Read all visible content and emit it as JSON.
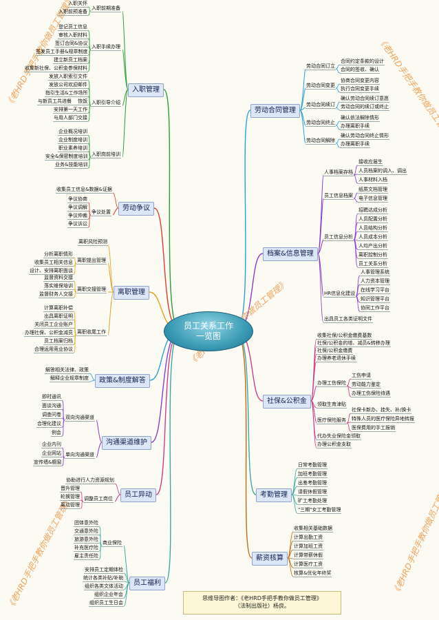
{
  "center_title": "员工关系工作一览图",
  "credit": {
    "line1": "思维导图作者：《老HRD手把手教你做员工管理》",
    "line2": "（法制出版社）杨良。"
  },
  "watermarks": [
    "《老HRD手把手教你做员工管理》",
    "《老HRD手把手教你做员工管理》",
    "《老HRD手把手教你做员工管理》",
    "《老HRD手把手教你做员工管理》",
    "《老HRD手把手教你做员工管理》"
  ],
  "left": [
    {
      "label": "入职管理",
      "subs": [
        {
          "label": "入职前期准备",
          "leaves": [
            "入职关怀",
            "入职前预准备"
          ]
        },
        {
          "label": "入职手续办理",
          "leaves": [
            "登记员工信息",
            "审核入职材料",
            "签订合同&协议",
            "签发员工手册&规章制度",
            "建立新员工档案",
            "收集新社保、公积金参保材料"
          ]
        },
        {
          "label": "入职引导介绍",
          "leaves": [
            "发放入职索引文件",
            "发放公司欢迎邮件",
            "指引生活&工作场所",
            "与新员工共进餐　 恢饭",
            "安排第一天工作",
            "与用人部门交接"
          ]
        },
        {
          "label": "入职岗前培训",
          "leaves": [
            "企业概况培训",
            "企业制度培训",
            "职业素养培训",
            "安全&保密制度培训",
            "业务&技能培训"
          ]
        }
      ]
    },
    {
      "label": "劳动争议",
      "subs": [
        {
          "label": "",
          "leaves": [
            "收集员工信息&数据&证据"
          ]
        },
        {
          "label": "争议处置",
          "leaves": [
            "争议协商",
            "争议调解",
            "争议仲裁",
            "争议诉讼"
          ]
        }
      ]
    },
    {
      "label": "离职管理",
      "subs": [
        {
          "label": "",
          "leaves": [
            "离职风险预测"
          ]
        },
        {
          "label": "离职提出管理",
          "leaves": [
            "分析离职情形",
            "收集员工相关信息",
            "设计、安排离职面谈"
          ]
        },
        {
          "label": "离职交接管理",
          "leaves": [
            "监督资料交接",
            "落实维保培训",
            "监督财务人交接"
          ]
        },
        {
          "label": "离职收尾工作",
          "leaves": [
            "计算离职补偿",
            "出具离职证明",
            "关闭员工企业账户",
            "办理社保、公积金减员",
            "员工档案归档",
            "合理运用竞业协议"
          ]
        }
      ]
    },
    {
      "label": "政策&制度解答",
      "subs": [
        {
          "label": "",
          "leaves": [
            "解答相关法律、政策",
            "解释企业规章制度"
          ]
        }
      ]
    },
    {
      "label": "沟通渠道维护",
      "subs": [
        {
          "label": "双向沟通渠道",
          "leaves": [
            "即时通讯",
            "面谈沟通",
            "调查问卷",
            "合理化建议",
            "例会"
          ]
        },
        {
          "label": "单向沟通渠道",
          "leaves": [
            "企业内刊",
            "企业网站",
            "宣传墙&橱窗"
          ]
        }
      ]
    },
    {
      "label": "员工异动",
      "subs": [
        {
          "label": "",
          "leaves": [
            "协助进行人力资源规划"
          ]
        },
        {
          "label": "调整员工岗位",
          "leaves": [
            "晋升管理",
            "轮换管理",
            "离动管理"
          ]
        }
      ]
    },
    {
      "label": "员工福利",
      "subs": [
        {
          "label": "商业保险",
          "leaves": [
            "团体意外险",
            "交通意外险",
            "旅游意外险",
            "补充医疗险",
            "雇主责任险"
          ]
        },
        {
          "label": "",
          "leaves": [
            "安排员工定期体检",
            "统计各类补贴/补助",
            "组织各类文体活动",
            "组织企业年会",
            "组织员工生日会"
          ]
        }
      ]
    }
  ],
  "right": [
    {
      "label": "劳动合同管理",
      "subs": [
        {
          "label": "劳动合同订立",
          "leaves": [
            "合同约定条款的设计",
            "合同的签收、确认"
          ]
        },
        {
          "label": "劳动合同变更",
          "leaves": [
            "协商合同变更内容",
            "执行合同变更手续"
          ]
        },
        {
          "label": "劳动合同续订",
          "leaves": [
            "确认劳动合同续订意愿",
            "劳动合同的续订或终止"
          ]
        },
        {
          "label": "劳动合同终止",
          "leaves": [
            "确认依法解除情形",
            "办理离职手续"
          ]
        },
        {
          "label": "劳动合同解除",
          "leaves": [
            "确认劳动合同终止情形",
            "办理离职手续"
          ]
        }
      ]
    },
    {
      "label": "档案&信息管理",
      "subs": [
        {
          "label": "人事档案存档",
          "leaves": [
            "接收应届生",
            "人员档案的调入、调出",
            "人事材料入档"
          ]
        },
        {
          "label": "员工信息档案",
          "leaves": [
            "纸质文档管理",
            "电子信息管理"
          ]
        },
        {
          "label": "员工信息分析",
          "leaves": [
            "招聘达成分析",
            "人员配置分析",
            "人员结构分析",
            "人员成本分析",
            "人均产出分析",
            "离职控制分析",
            "员工关系分析"
          ]
        },
        {
          "label": "HR信息化建设",
          "leaves": [
            "人事管理系统",
            "人力资本管理",
            "在线学习平台",
            "知识管理平台",
            "协同工作平台"
          ]
        },
        {
          "label": "",
          "leaves": [
            "出具员工各类证明文件"
          ]
        }
      ]
    },
    {
      "label": "社保&公积金",
      "subs": [
        {
          "label": "",
          "leaves": [
            "收集社保/公积金缴费基数",
            "社保/公积金的增、减员&转移办理",
            "社保/公积金缴费",
            "办理养老退休手续"
          ]
        },
        {
          "label": "办理工伤保险",
          "leaves": [
            "工伤申请",
            "劳动能力鉴定",
            "办理工伤保险待遇"
          ]
        },
        {
          "label": "",
          "leaves": [
            "领取生育津贴"
          ]
        },
        {
          "label": "医疗保险服务",
          "leaves": [
            "社保卡新办、挂失、补/换卡",
            "特殊人员的医疗保险异地转报",
            "医保费用的手工报销"
          ]
        },
        {
          "label": "",
          "leaves": [
            "代办失业保险金领取",
            "办理公积金支取"
          ]
        }
      ]
    },
    {
      "label": "考勤管理",
      "subs": [
        {
          "label": "",
          "leaves": [
            "日常考勤管理",
            "加班考勤管理",
            "出差考勤管理",
            "请假休假管理",
            "旷工考勤处理",
            "\"三期\"女工考勤管理"
          ]
        }
      ]
    },
    {
      "label": "薪资核算",
      "subs": [
        {
          "label": "",
          "leaves": [
            "收集相关基础数据",
            "计算出勤工资",
            "计算加班工资",
            "计算带薪休假",
            "计算医疗工资",
            "核算&优化年终奖"
          ]
        }
      ]
    }
  ]
}
